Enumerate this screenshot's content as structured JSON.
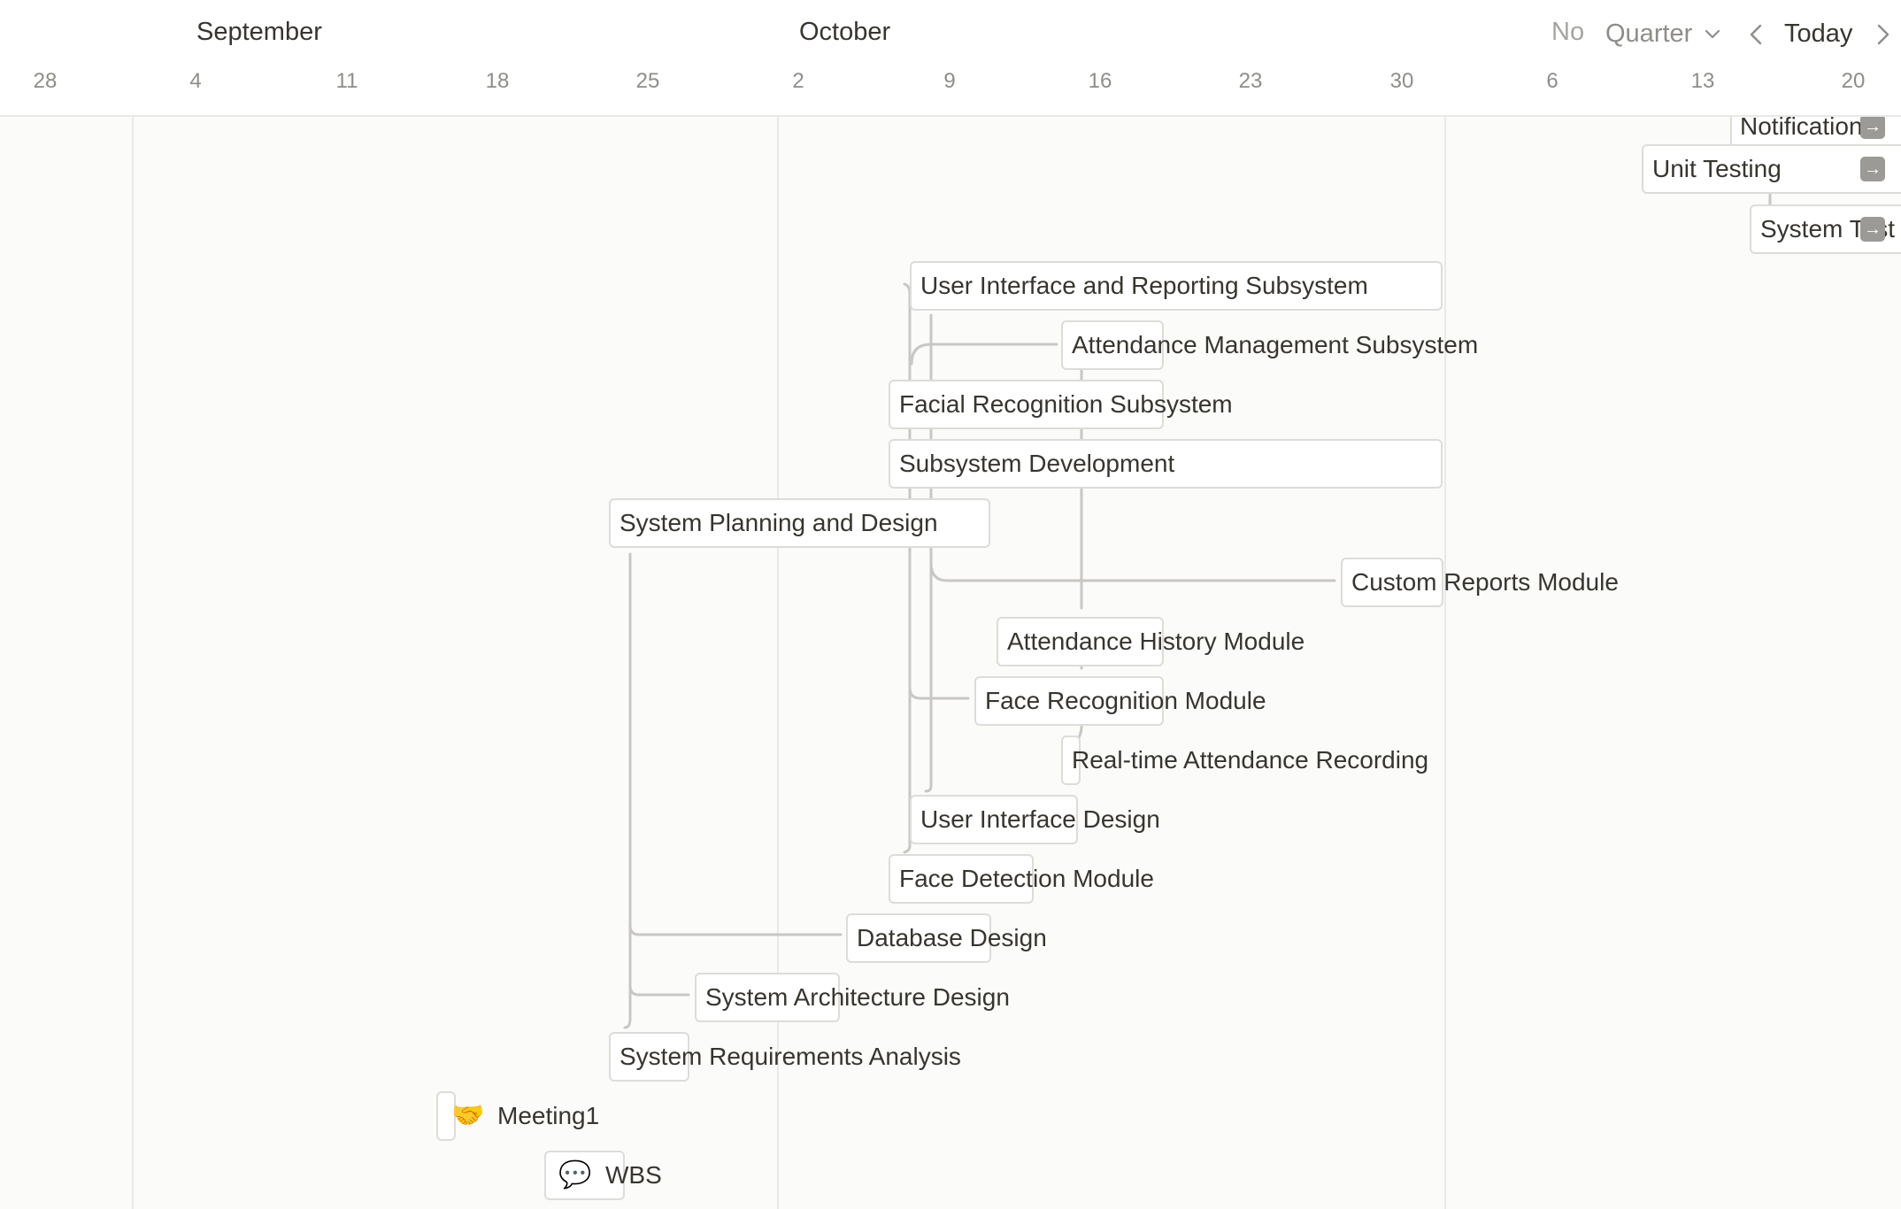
{
  "timeline": {
    "months": [
      "September",
      "October",
      "No"
    ],
    "days": [
      "28",
      "4",
      "11",
      "18",
      "25",
      "2",
      "9",
      "16",
      "23",
      "30",
      "6",
      "13",
      "20"
    ]
  },
  "controls": {
    "view_mode": "Quarter",
    "today_label": "Today"
  },
  "tasks": {
    "notification": "Notification",
    "unit_testing": "Unit Testing",
    "system_testing": "System Test",
    "ui_reporting_subsystem": "User Interface and Reporting Subsystem",
    "attendance_mgmt_subsystem": "Attendance Management Subsystem",
    "facial_recognition_subsystem": "Facial Recognition Subsystem",
    "subsystem_development": "Subsystem Development",
    "system_planning_design": "System Planning and Design",
    "custom_reports_module": "Custom Reports Module",
    "attendance_history_module": "Attendance History Module",
    "face_recognition_module": "Face Recognition Module",
    "realtime_attendance_recording": "Real-time Attendance Recording",
    "ui_design": "User Interface Design",
    "face_detection_module": "Face Detection Module",
    "database_design": "Database Design",
    "system_architecture_design": "System Architecture Design",
    "system_requirements_analysis": "System Requirements Analysis",
    "meeting1": "Meeting1",
    "wbs": "WBS"
  },
  "icons": {
    "meeting1": "handshake-icon",
    "wbs": "speech-bubble-icon",
    "open_task": "arrow-right-icon"
  },
  "colors": {
    "background": "#fbfbfa",
    "header_background": "#ffffff",
    "connector": "#c8c7c4",
    "bar_border": "#dddcd9",
    "text": "#37352f",
    "muted_text": "#8e8d89"
  }
}
